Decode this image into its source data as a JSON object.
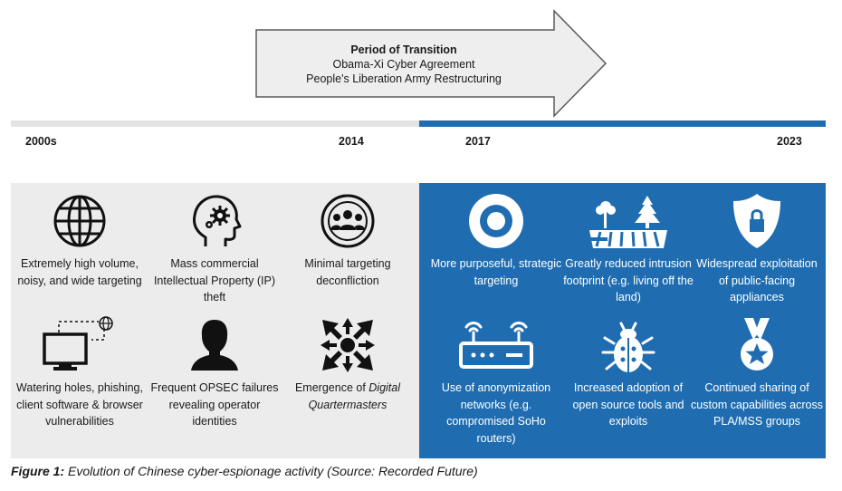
{
  "arrow": {
    "title": "Period of Transition",
    "line1": "Obama-Xi Cyber Agreement",
    "line2": "People's Liberation Army Restructuring"
  },
  "timeline": {
    "y1": "2000s",
    "y2": "2014",
    "y3": "2017",
    "y4": "2023"
  },
  "left_items": [
    {
      "label": "Extremely high volume, noisy, and wide targeting",
      "icon": "globe-icon"
    },
    {
      "label": "Mass commercial Intellectual Property (IP) theft",
      "icon": "head-gears-icon"
    },
    {
      "label": "Minimal targeting deconfliction",
      "icon": "group-circle-icon"
    },
    {
      "label": "Watering holes, phishing, client software & browser vulnerabilities",
      "icon": "monitor-web-icon"
    },
    {
      "label": "Frequent OPSEC failures revealing operator identities",
      "icon": "person-silhouette-icon"
    },
    {
      "label_prefix": "Emergence of ",
      "label_italic": "Digital Quartermasters",
      "icon": "converging-arrows-icon"
    }
  ],
  "right_items": [
    {
      "label": "More purposeful, strategic targeting",
      "icon": "target-icon"
    },
    {
      "label": "Greatly reduced intrusion footprint (e.g. living off the land)",
      "icon": "land-field-icon"
    },
    {
      "label": "Widespread exploitation of public-facing appliances",
      "icon": "lock-shield-icon"
    },
    {
      "label": "Use of anonymization networks (e.g. compromised SoHo routers)",
      "icon": "router-icon"
    },
    {
      "label": "Increased adoption of open source tools and exploits",
      "icon": "bug-icon"
    },
    {
      "label": "Continued sharing of custom capabilities across PLA/MSS groups",
      "icon": "medal-icon"
    }
  ],
  "caption": {
    "bold": "Figure 1:",
    "text": " Evolution of Chinese cyber-espionage activity (Source: Recorded Future)"
  },
  "colors": {
    "blue": "#1f6db0",
    "grey": "#ececec"
  }
}
